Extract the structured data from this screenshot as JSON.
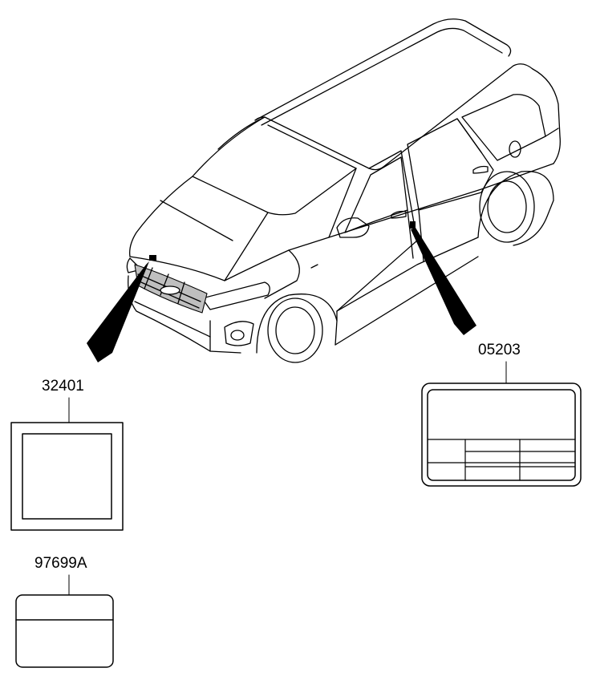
{
  "labels": {
    "label_32401": "32401",
    "label_05203": "05203",
    "label_97699A": "97699A"
  },
  "colors": {
    "line": "#000000",
    "background": "#ffffff"
  }
}
